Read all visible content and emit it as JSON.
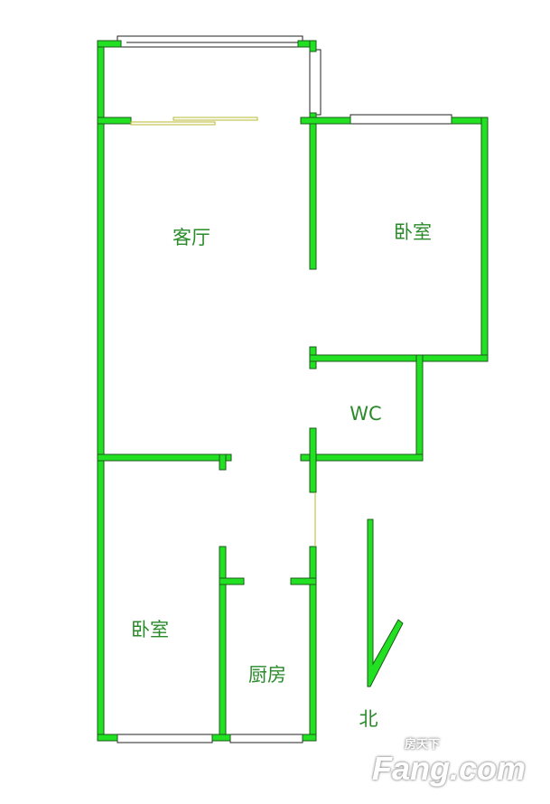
{
  "rooms": {
    "living": "客厅",
    "bedroom_ne": "卧室",
    "wc": "WC",
    "bedroom_sw": "卧室",
    "kitchen": "厨房"
  },
  "compass": {
    "north": "北"
  },
  "watermark": {
    "brand": "Fang.com",
    "brand_cn": "房天下"
  },
  "colors": {
    "wall": "#22e022",
    "label": "#2a8a2a",
    "door": "#b8b830"
  }
}
